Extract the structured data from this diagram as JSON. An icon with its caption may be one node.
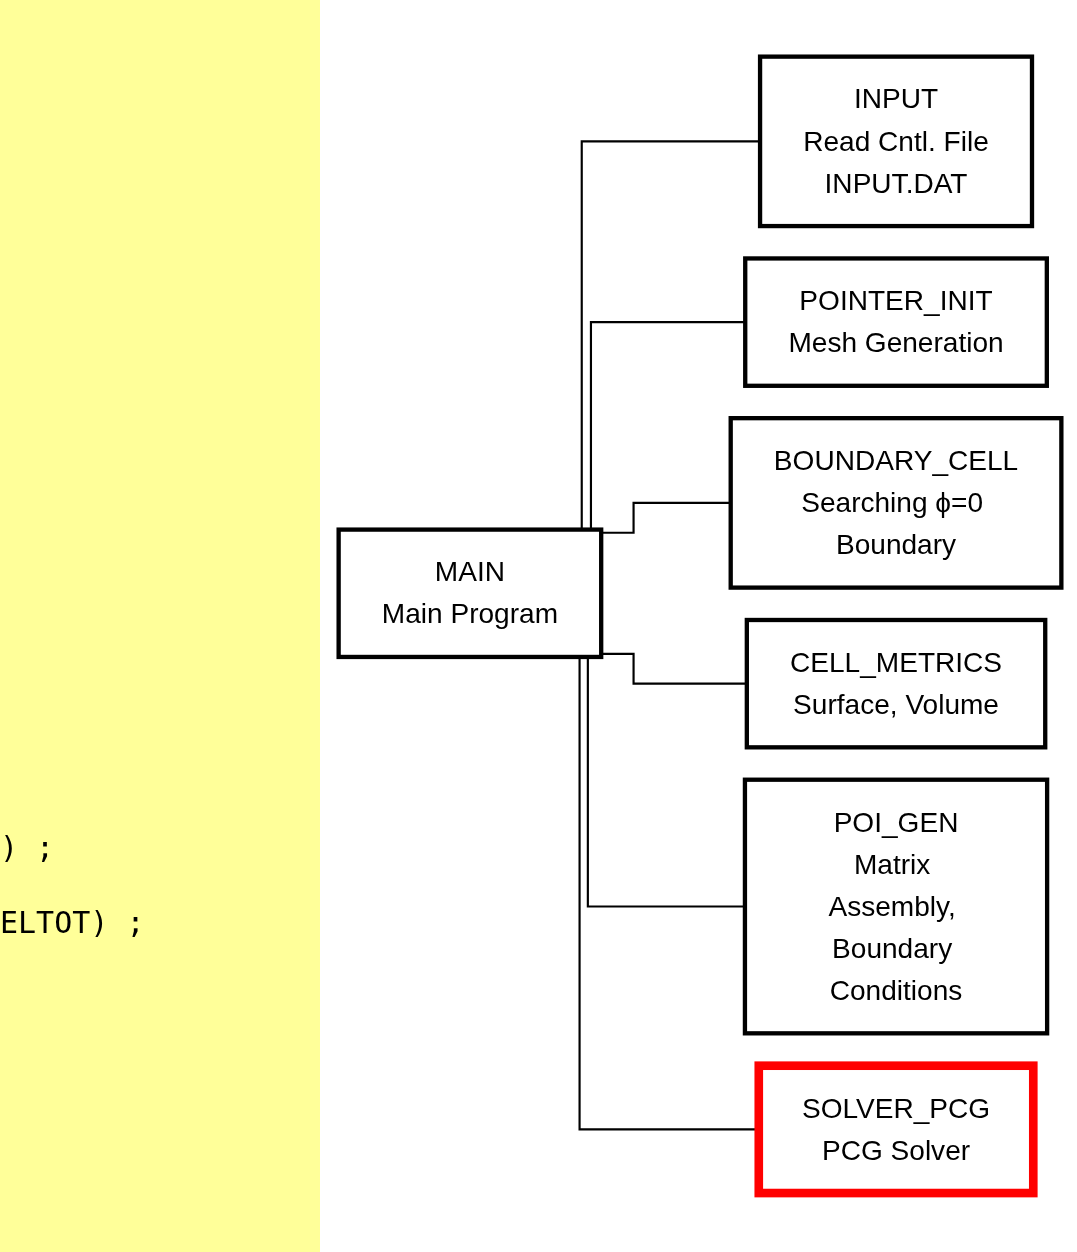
{
  "diagram": {
    "nodes": [
      {
        "text": [
          "MAIN",
          "Main Program"
        ]
      },
      {
        "text": [
          "INPUT",
          "Read Cntl. File",
          "INPUT.DAT"
        ]
      },
      {
        "text": [
          "POINTER_INIT",
          "Mesh Generation"
        ]
      },
      {
        "text": [
          "BOUNDARY_CELL",
          "Searching ϕ=0 Boundary"
        ]
      },
      {
        "text": [
          "CELL_METRICS",
          "Surface, Volume"
        ]
      },
      {
        "text": [
          "POI_GEN",
          "Matrix Assembly, Boundary Conditions"
        ]
      },
      {
        "text": [
          "SOLVER_PCG",
          "PCG Solver"
        ]
      }
    ],
    "edges": [
      {
        "from": 0,
        "to": 1,
        "arrow": "none"
      },
      {
        "from": 0,
        "to": 2,
        "arrow": "none"
      },
      {
        "from": 0,
        "to": 3,
        "arrow": "none"
      },
      {
        "from": 0,
        "to": 4,
        "arrow": "none"
      },
      {
        "from": 0,
        "to": 5,
        "arrow": "none"
      },
      {
        "from": 0,
        "to": 6,
        "arrow": "none"
      }
    ],
    "labels": [
      ") ;",
      "ELTOT) ;"
    ]
  }
}
